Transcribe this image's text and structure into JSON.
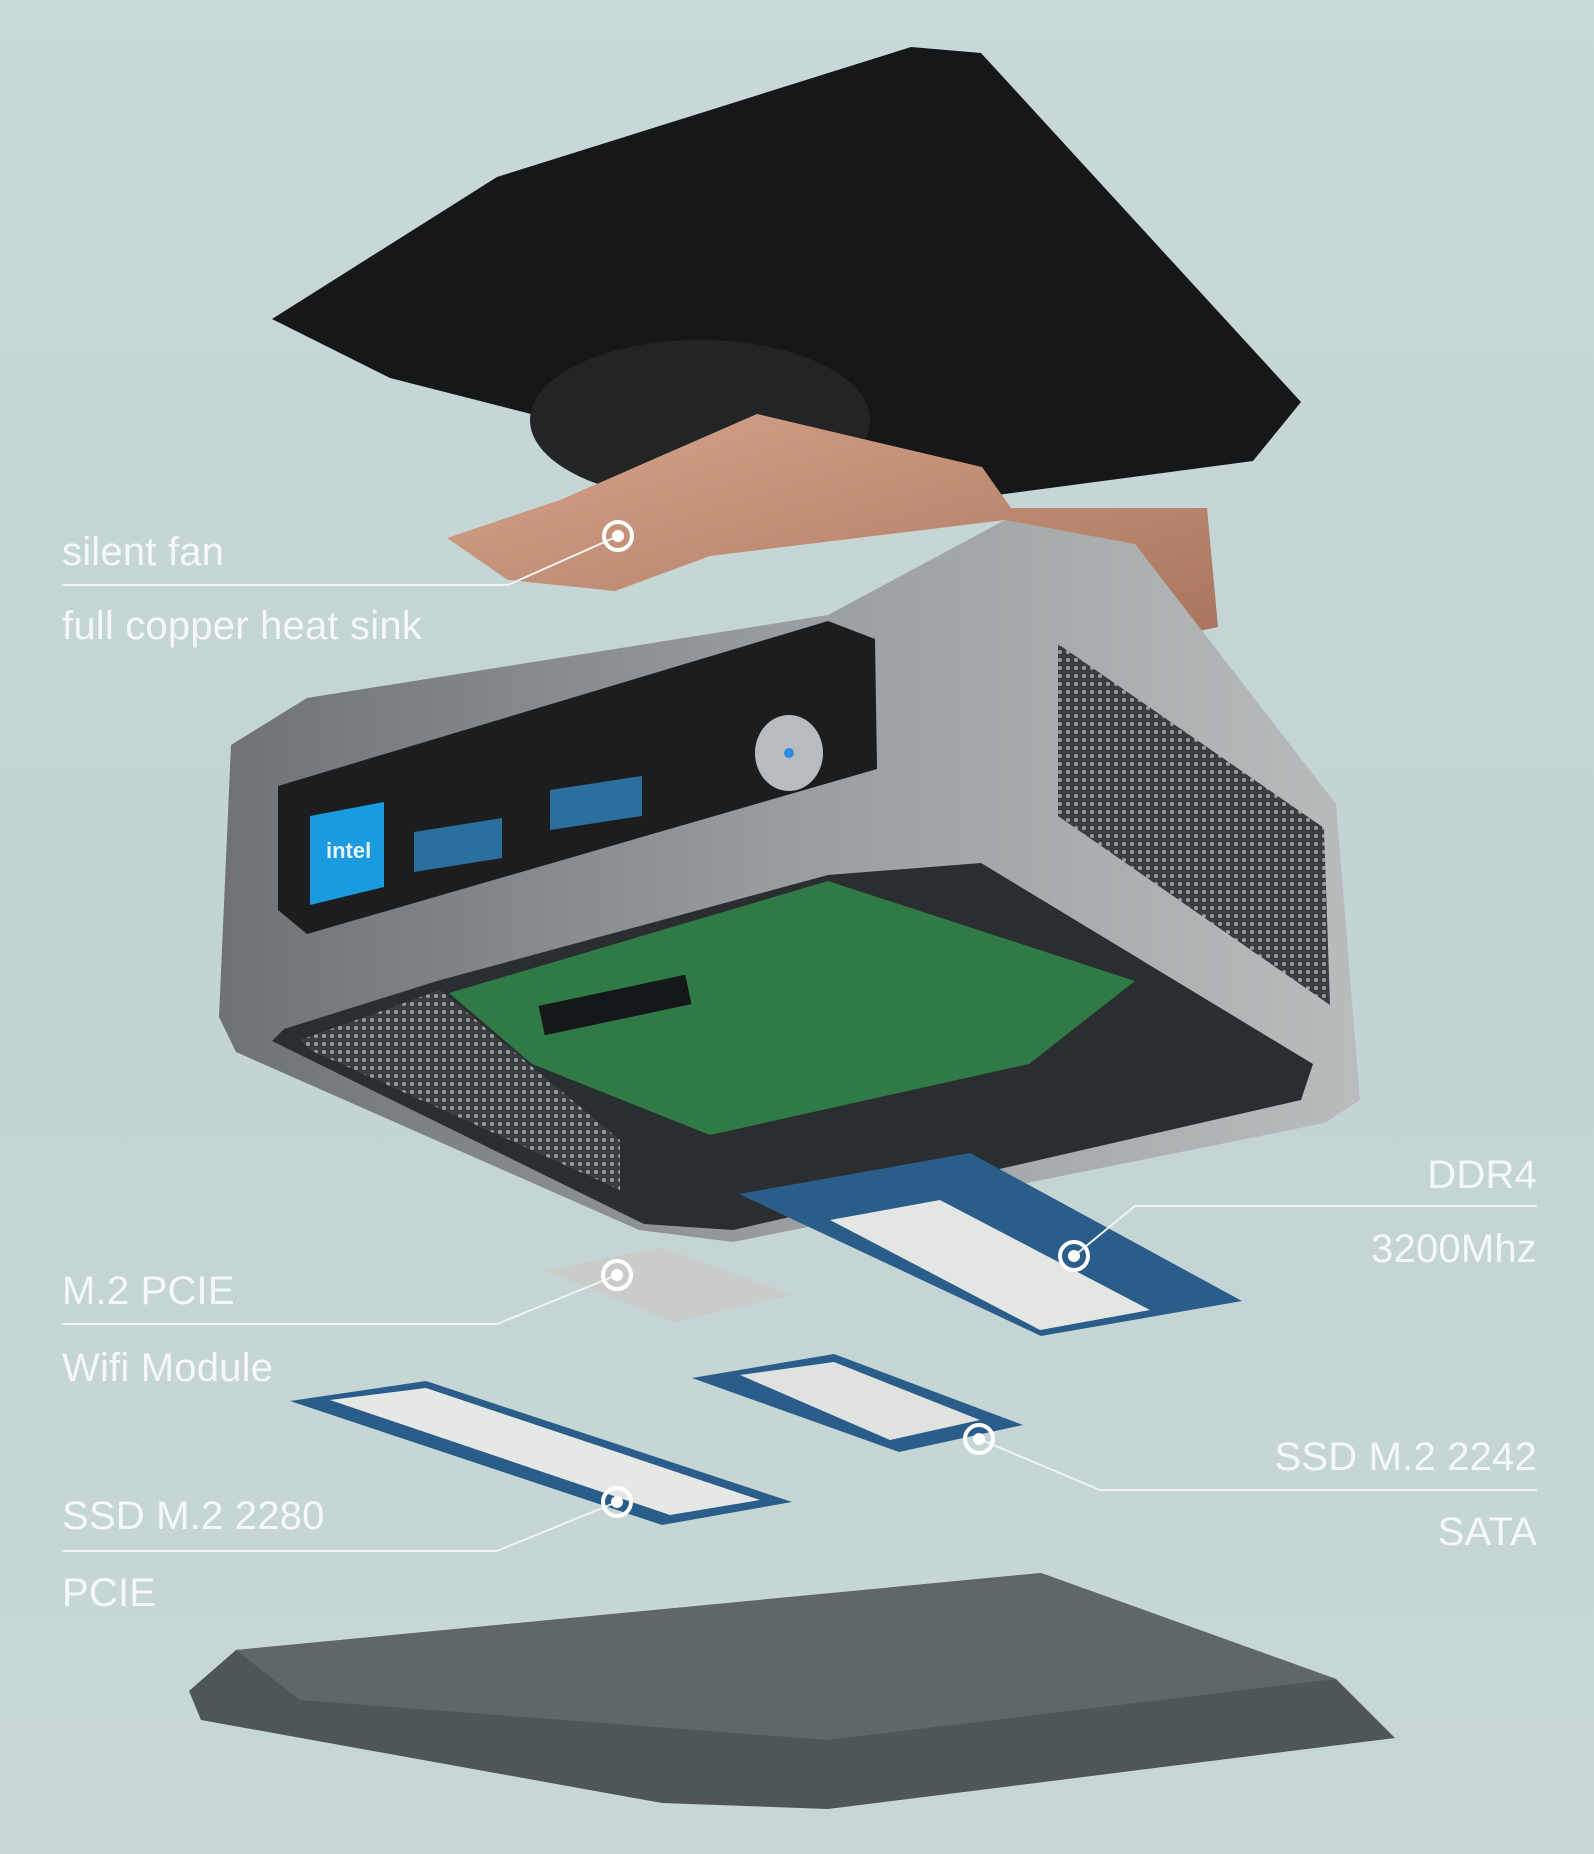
{
  "product": {
    "badge_text": "intel",
    "colors": {
      "background": "#c6d6d6",
      "badge": "#1a9be0",
      "pcb": "#2f7a45",
      "copper": "#c9967c",
      "lid": "#161718",
      "chassis": "#8d9092"
    }
  },
  "callouts": [
    {
      "id": "fan",
      "line1": "silent fan",
      "line2": "full copper heat sink",
      "side": "left"
    },
    {
      "id": "ram",
      "line1": "DDR4",
      "line2": "3200Mhz",
      "side": "right"
    },
    {
      "id": "wifi",
      "line1": "M.2 PCIE",
      "line2": "Wifi Module",
      "side": "left"
    },
    {
      "id": "ssd2242",
      "line1": "SSD M.2 2242",
      "line2": "SATA",
      "side": "right"
    },
    {
      "id": "ssd2280",
      "line1": "SSD M.2 2280",
      "line2": "PCIE",
      "side": "left"
    }
  ]
}
